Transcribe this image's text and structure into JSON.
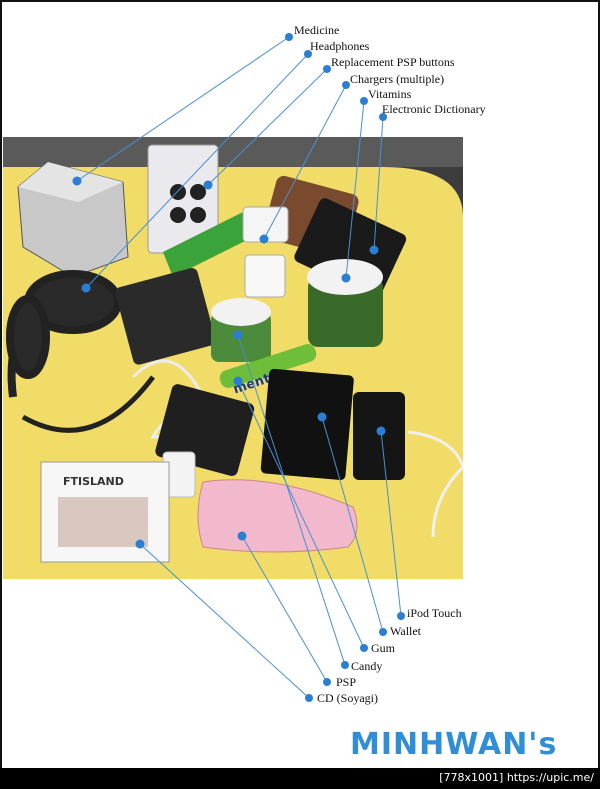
{
  "labels": {
    "medicine": "Medicine",
    "headphones": "Headphones",
    "psp_buttons": "Replacement PSP buttons",
    "chargers": "Chargers (multiple)",
    "vitamins": "Vitamins",
    "dictionary": "Electronic Dictionary",
    "ipod": "iPod Touch",
    "wallet": "Wallet",
    "gum": "Gum",
    "candy": "Candy",
    "psp": "PSP",
    "cd": "CD (Soyagi)"
  },
  "photo_text": {
    "cd_title": "FTISLAND",
    "mentos": "mentos"
  },
  "brand": "MINHWAN's",
  "credit": "[778x1001] https://upic.me/",
  "colors": {
    "marker": "#2a7fd4",
    "leader": "#4a90d0",
    "brand": "#2f8ed6",
    "table": "#f2e06b"
  }
}
